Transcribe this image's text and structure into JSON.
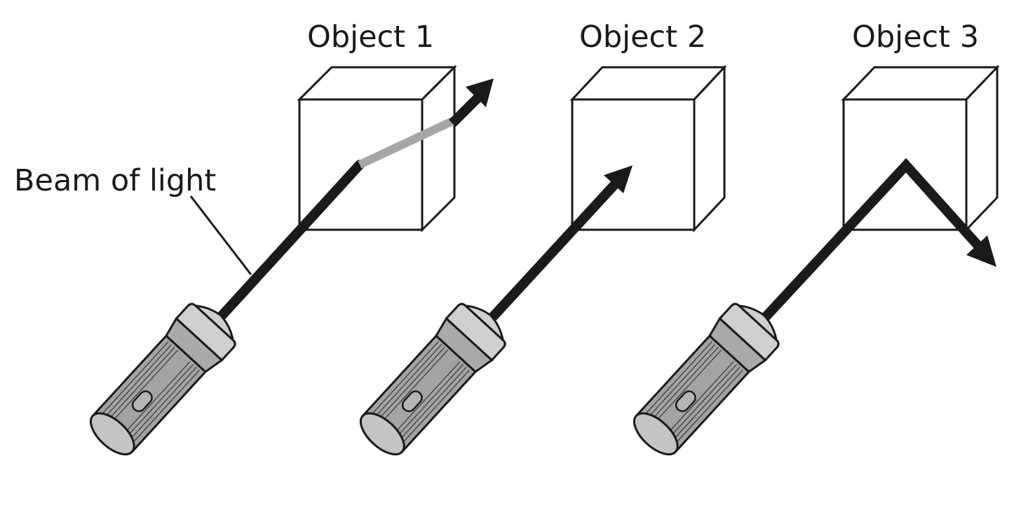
{
  "labels": {
    "beam": "Beam of light",
    "objects": [
      "Object 1",
      "Object 2",
      "Object 3"
    ]
  },
  "colors": {
    "ink": "#1a1a1a",
    "beam": "#1a1a1a",
    "transmitted_beam": "#a6a6a6",
    "flashlight_head": "#cfcfcf",
    "flashlight_collar": "#a9a9a9",
    "flashlight_body": "#a3a3a3",
    "flashlight_end": "#c4c4c4"
  },
  "objects": [
    {
      "name": "Object 1",
      "beam_behavior": "passes-through"
    },
    {
      "name": "Object 2",
      "beam_behavior": "absorbed"
    },
    {
      "name": "Object 3",
      "beam_behavior": "reflected"
    }
  ]
}
